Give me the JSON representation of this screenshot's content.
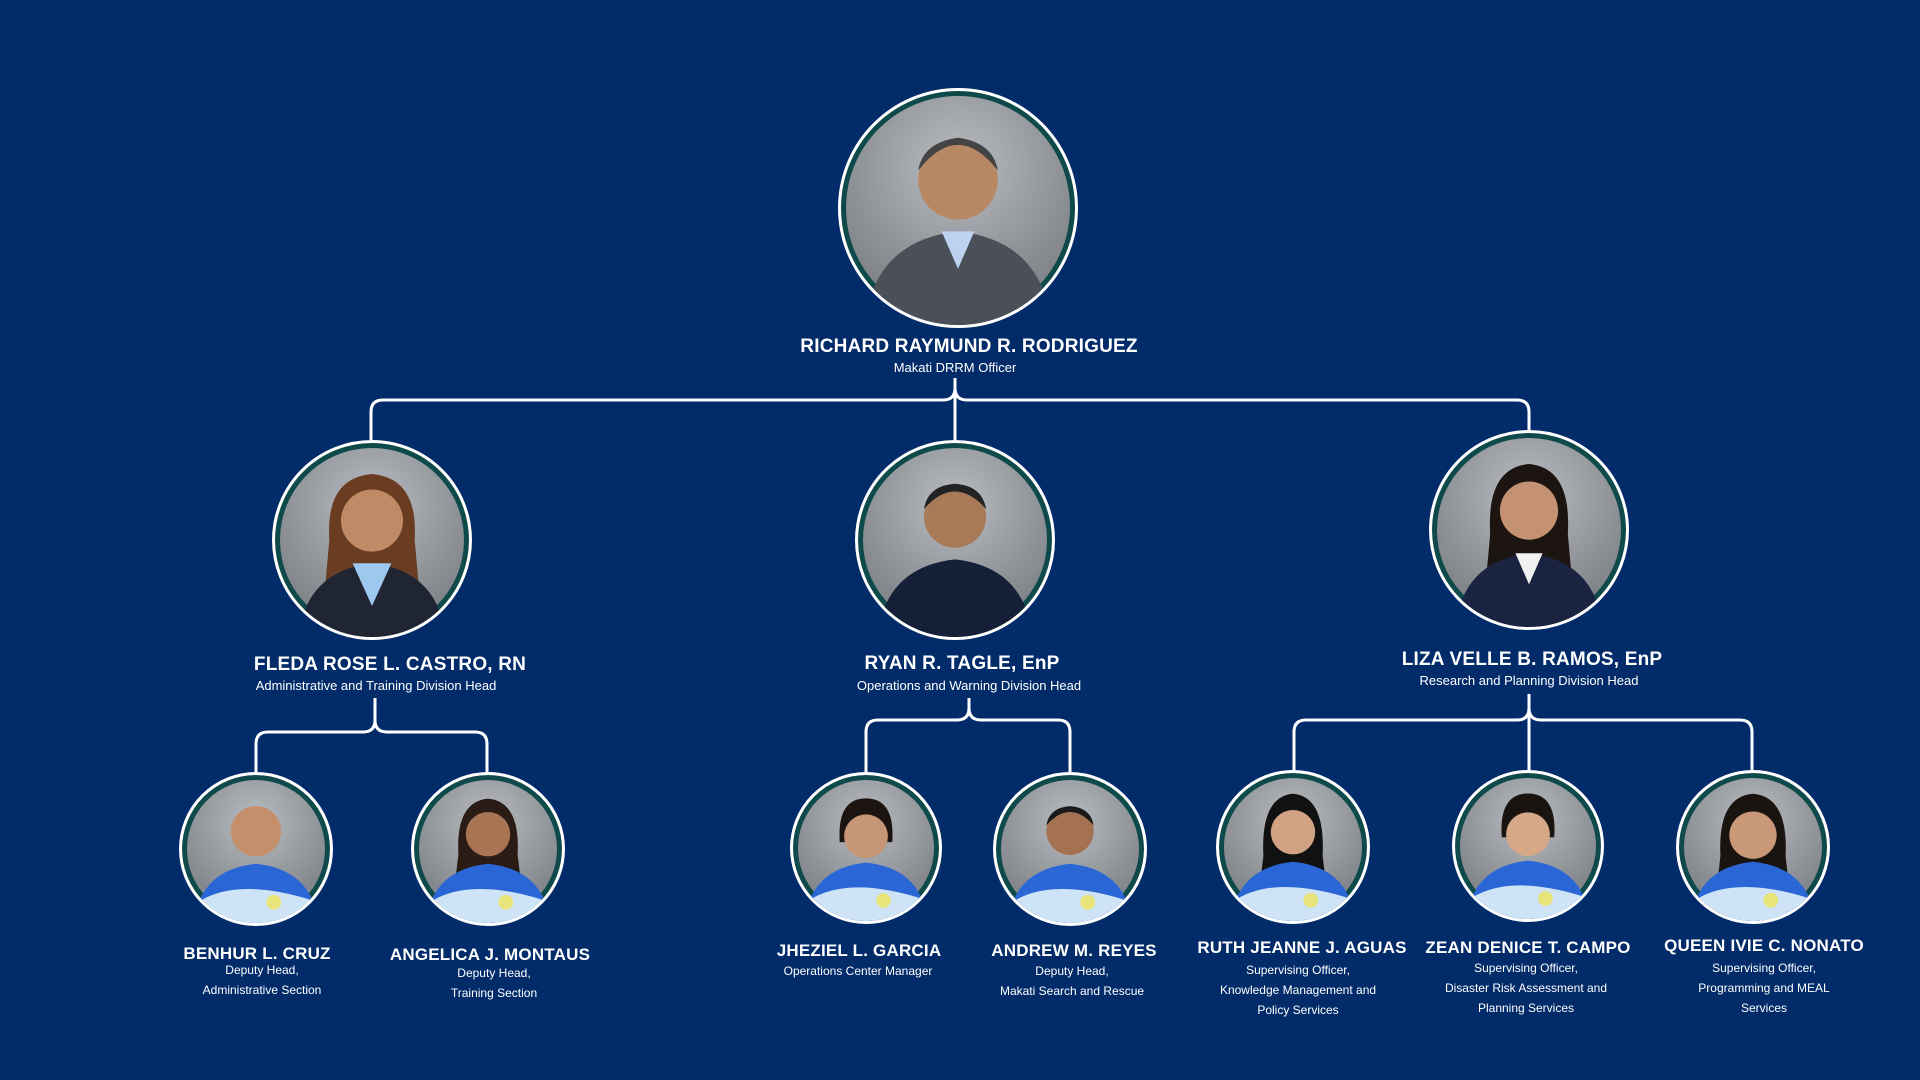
{
  "colors": {
    "background": "#022b6a",
    "lines": "#ffffff",
    "photo_ring": "#0e4a4a",
    "uniform_blue": "#2a66d6",
    "uniform_light": "#cfe3f7"
  },
  "head": {
    "name": "RICHARD RAYMUND R. RODRIGUEZ",
    "title": "Makati DRRM Officer",
    "photo_icon": "person-portrait-icon"
  },
  "divisions": [
    {
      "name": "FLEDA ROSE L. CASTRO, RN",
      "title": "Administrative and Training Division Head",
      "photo_icon": "person-portrait-icon",
      "staff": [
        {
          "name": "BENHUR L. CRUZ",
          "title_lines": [
            "Deputy Head,",
            "Administrative Section"
          ]
        },
        {
          "name": "ANGELICA J. MONTAUS",
          "title_lines": [
            "Deputy Head,",
            "Training Section"
          ]
        }
      ]
    },
    {
      "name": "RYAN R. TAGLE, EnP",
      "title": "Operations and Warning Division Head",
      "photo_icon": "person-portrait-icon",
      "staff": [
        {
          "name": "JHEZIEL L. GARCIA",
          "title_lines": [
            "Operations Center Manager"
          ]
        },
        {
          "name": "ANDREW M. REYES",
          "title_lines": [
            "Deputy Head,",
            "Makati Search and Rescue"
          ]
        }
      ]
    },
    {
      "name": "LIZA VELLE B. RAMOS, EnP",
      "title": "Research and Planning Division Head",
      "photo_icon": "person-portrait-icon",
      "staff": [
        {
          "name": "RUTH JEANNE J. AGUAS",
          "title_lines": [
            "Supervising Officer,",
            "Knowledge Management and",
            "Policy Services"
          ]
        },
        {
          "name": "ZEAN DENICE T. CAMPO",
          "title_lines": [
            "Supervising Officer,",
            "Disaster Risk Assessment and",
            "Planning Services"
          ]
        },
        {
          "name": "QUEEN IVIE C. NONATO",
          "title_lines": [
            "Supervising Officer,",
            "Programming and MEAL",
            "Services"
          ]
        }
      ]
    }
  ]
}
